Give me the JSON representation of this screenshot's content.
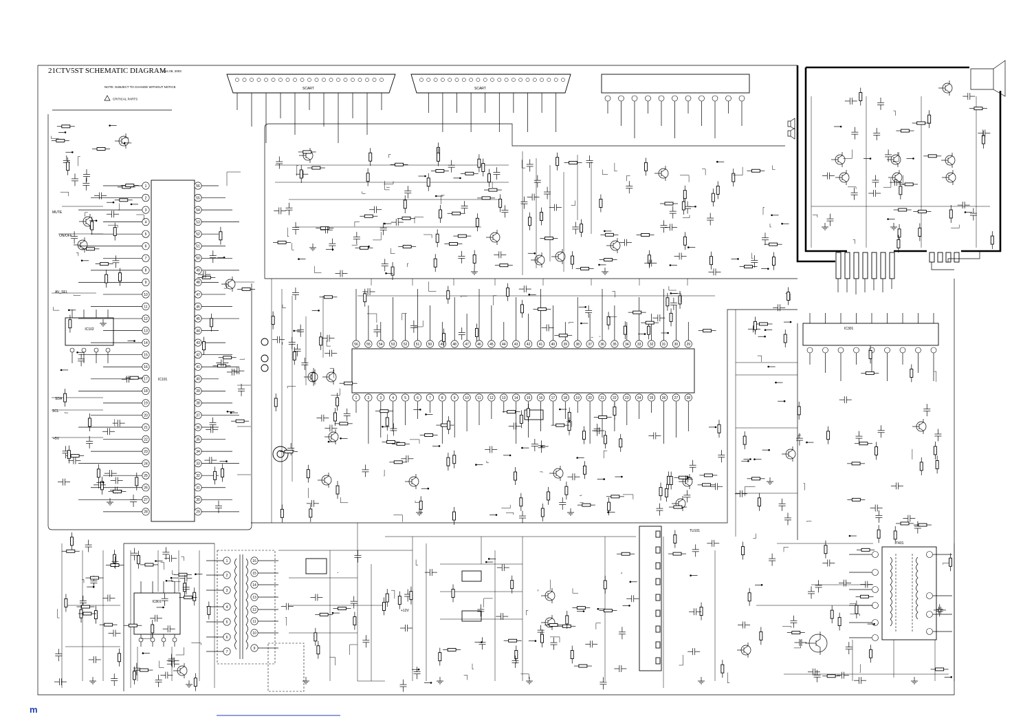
{
  "title": "21CTV5ST SCHEMATIC DIAGRAM",
  "date": "Dec.09, 2003",
  "note": "NOTE: SUBJECT TO CHANGE WITHOUT NOTICE",
  "critical_parts": "CRITICAL PARTS",
  "footer_mark": "m",
  "references": {
    "ic101": "IC101",
    "ic102": "IC102",
    "ic301": "IC301",
    "ic801": "IC801",
    "t401": "T401",
    "tu101": "TU101",
    "scart1": "SCART",
    "scart2": "SCART"
  },
  "nets": {
    "mute": "MUTE",
    "on_off": "ON/OFF",
    "av_sel": "AV_SEL",
    "sda": "SDA",
    "scl": "SCL",
    "plus5v": "+5V",
    "plus12v": "+12V"
  },
  "pins": {
    "ic101_left": [
      "1",
      "2",
      "3",
      "4",
      "5",
      "6",
      "7",
      "8",
      "9",
      "10",
      "11",
      "12",
      "13",
      "14",
      "15",
      "16",
      "17",
      "18",
      "19",
      "20",
      "21",
      "22",
      "23",
      "24",
      "25",
      "26",
      "27",
      "28"
    ],
    "ic101_right": [
      "56",
      "55",
      "54",
      "53",
      "52",
      "51",
      "50",
      "49",
      "48",
      "47",
      "46",
      "45",
      "44",
      "43",
      "42",
      "41",
      "40",
      "39",
      "38",
      "37",
      "36",
      "35",
      "34",
      "33",
      "32",
      "31",
      "30",
      "29"
    ],
    "ic201_bottom": [
      "1",
      "2",
      "3",
      "4",
      "5",
      "6",
      "7",
      "8",
      "9",
      "10",
      "11",
      "12",
      "13",
      "14",
      "15",
      "16",
      "17",
      "18",
      "19",
      "20",
      "21",
      "22",
      "23",
      "24",
      "25",
      "26",
      "27",
      "28"
    ],
    "ic201_top": [
      "56",
      "55",
      "54",
      "53",
      "52",
      "51",
      "50",
      "49",
      "48",
      "47",
      "46",
      "45",
      "44",
      "43",
      "42",
      "41",
      "40",
      "39",
      "38",
      "37",
      "36",
      "35",
      "34",
      "33",
      "32",
      "31",
      "30",
      "29"
    ],
    "transformer_left": [
      "1",
      "2",
      "3",
      "4",
      "5",
      "6",
      "7"
    ],
    "transformer_right": [
      "16",
      "15",
      "14",
      "13",
      "12",
      "11",
      "10",
      "9"
    ]
  },
  "colors": {
    "ink": "#000000",
    "footer": "#1f3fb0"
  }
}
